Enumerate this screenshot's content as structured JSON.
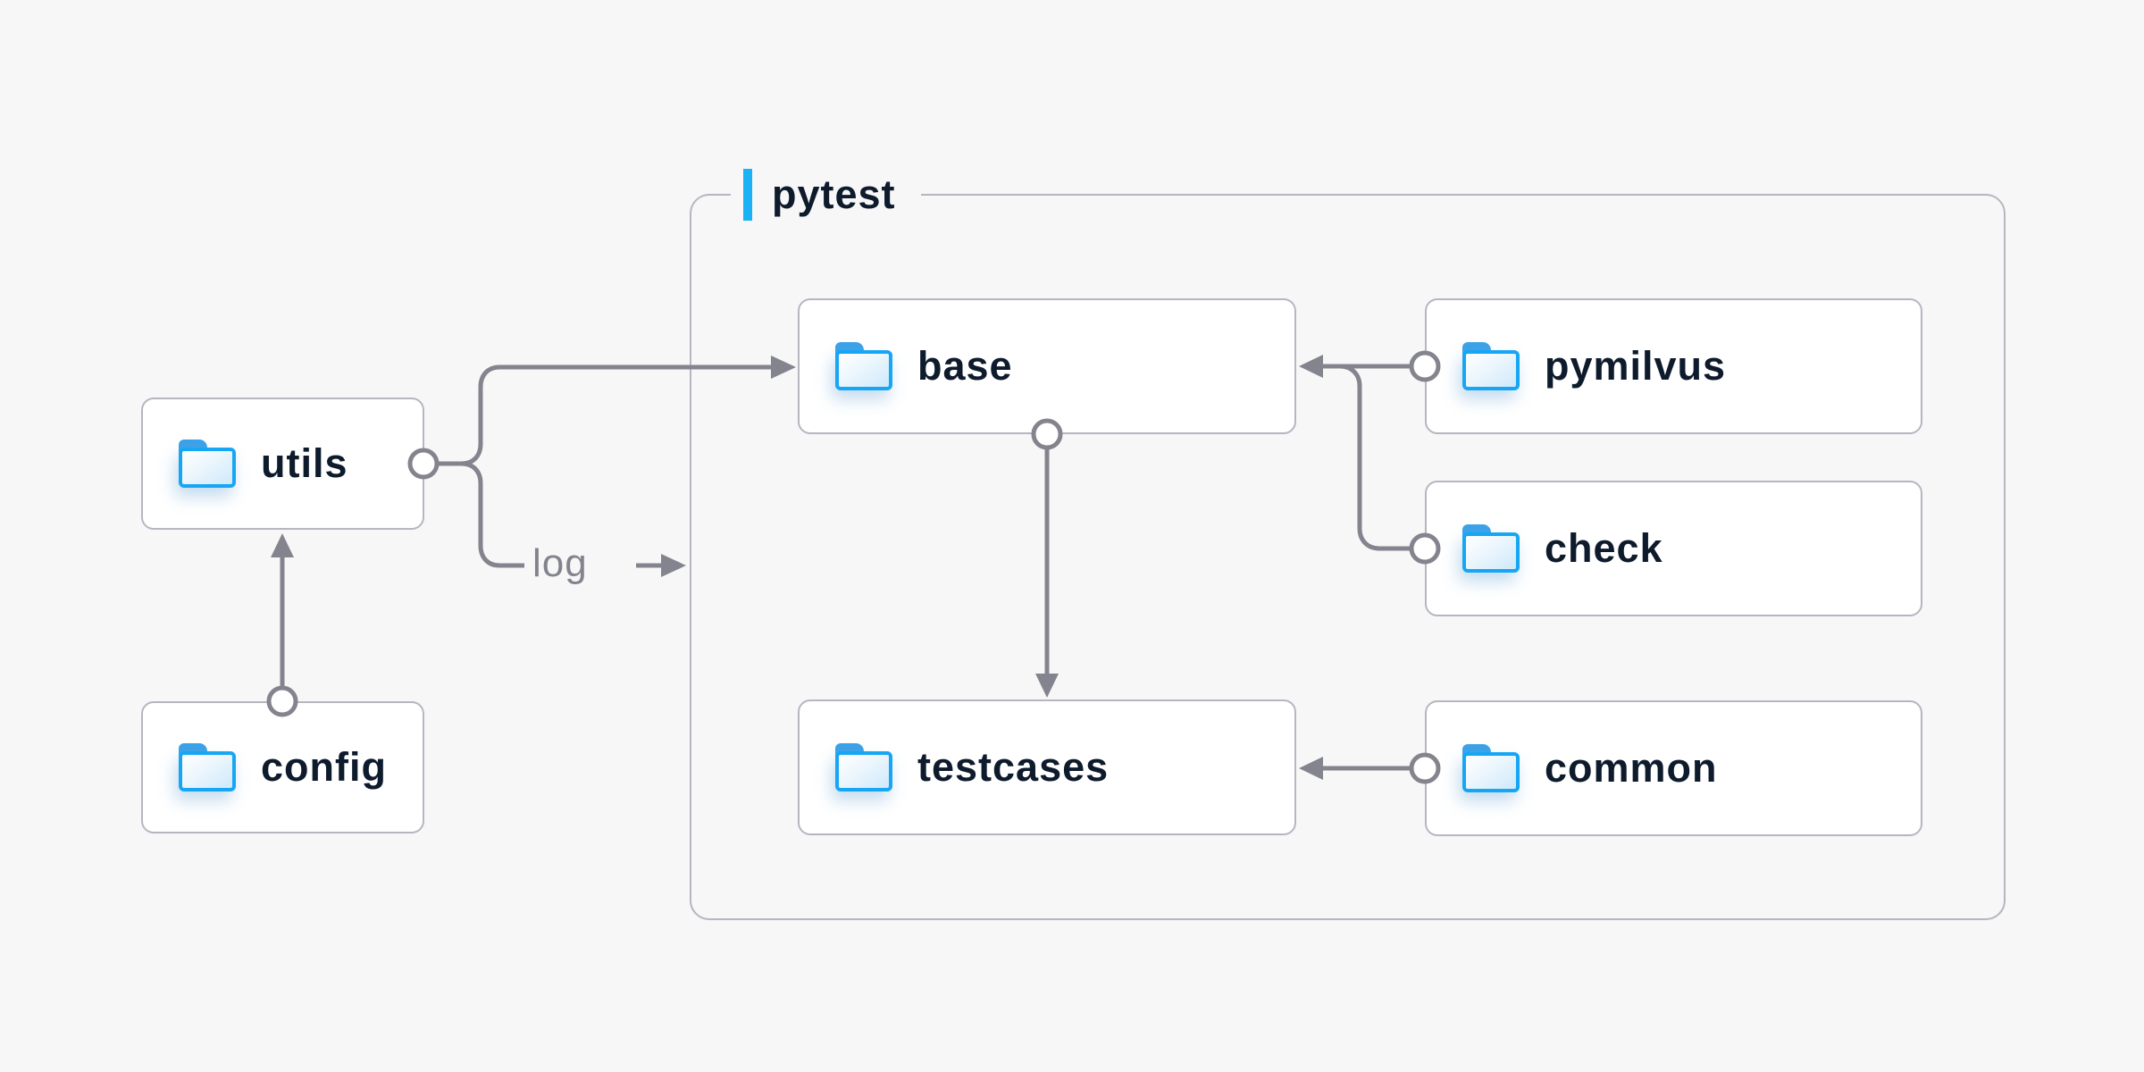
{
  "diagram": {
    "background_color": "#f7f7f8",
    "container": {
      "label": "pytest",
      "accent_color": "#1ab2f4",
      "border_color": "#b6b6c1",
      "text_color": "#0e1b2d"
    },
    "nodes": {
      "utils": {
        "label": "utils",
        "icon": "folder-icon",
        "inside_pytest": false
      },
      "config": {
        "label": "config",
        "icon": "folder-icon",
        "inside_pytest": false
      },
      "base": {
        "label": "base",
        "icon": "folder-icon",
        "inside_pytest": true
      },
      "pymilvus": {
        "label": "pymilvus",
        "icon": "folder-icon",
        "inside_pytest": true
      },
      "check": {
        "label": "check",
        "icon": "folder-icon",
        "inside_pytest": true
      },
      "testcases": {
        "label": "testcases",
        "icon": "folder-icon",
        "inside_pytest": true
      },
      "common": {
        "label": "common",
        "icon": "folder-icon",
        "inside_pytest": true
      }
    },
    "edges": [
      {
        "from": "utils",
        "to": "base",
        "label": ""
      },
      {
        "from": "utils",
        "to": "pytest",
        "label": "log"
      },
      {
        "from": "config",
        "to": "utils",
        "label": ""
      },
      {
        "from": "base",
        "to": "testcases",
        "label": ""
      },
      {
        "from": "pymilvus",
        "to": "base",
        "label": ""
      },
      {
        "from": "check",
        "to": "base",
        "label": ""
      },
      {
        "from": "common",
        "to": "testcases",
        "label": ""
      }
    ],
    "edge_labels": {
      "log": "log"
    },
    "colors": {
      "connector": "#84848e",
      "node_border": "#b6b6c1",
      "node_background": "#ffffff",
      "node_text": "#0e1b2d",
      "edge_label_text": "#83838d",
      "folder_border": "#17a6f4",
      "folder_tab": "#3ba2e9",
      "folder_fill_light": "#ffffff",
      "folder_fill_blue": "#cfe9fa"
    }
  }
}
